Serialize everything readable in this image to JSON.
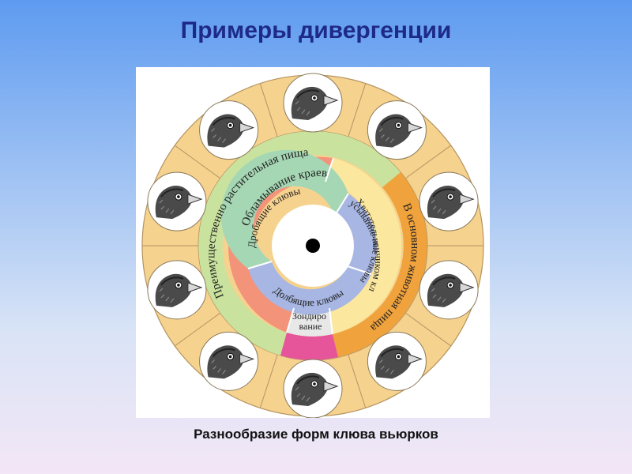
{
  "slide": {
    "title": "Примеры дивергенции",
    "caption": "Разнообразие форм клюва вьюрков"
  },
  "diagram": {
    "outer_ring": {
      "plant_food": "Преимущественно растительная пища",
      "animal_food": "В основном животная пища"
    },
    "middle_ring": {
      "edge_breaking": "Обламывание краев",
      "tip_biting": "Обкусывание кончиком клюва",
      "probing": "Зондиро вание"
    },
    "inner_ring": {
      "crushing": "Дробящие клювы",
      "grasping": "Хватательные клювы",
      "chiseling": "Долбящие клювы"
    },
    "colors": {
      "outer_band": "#f6d28f",
      "plant_band": "#c9e39e",
      "animal_band": "#f0a23c",
      "edge_band": "#f2937a",
      "tip_band": "#fbe79e",
      "probe_band": "#e8e8e8",
      "probe_pink": "#e6559a",
      "crush_band": "#a6d7b4",
      "grasp_band": "#a7b6e2",
      "chisel_band": "#a7b6e2",
      "center": "#ffffff",
      "dot": "#000000"
    },
    "bird_heads": [
      {
        "icon": "finch-head-icon"
      },
      {
        "icon": "finch-head-icon"
      },
      {
        "icon": "finch-head-icon"
      },
      {
        "icon": "finch-head-icon"
      },
      {
        "icon": "finch-head-icon"
      },
      {
        "icon": "finch-head-icon"
      },
      {
        "icon": "finch-head-icon"
      },
      {
        "icon": "finch-head-icon"
      },
      {
        "icon": "finch-head-icon"
      },
      {
        "icon": "finch-head-icon"
      }
    ]
  }
}
